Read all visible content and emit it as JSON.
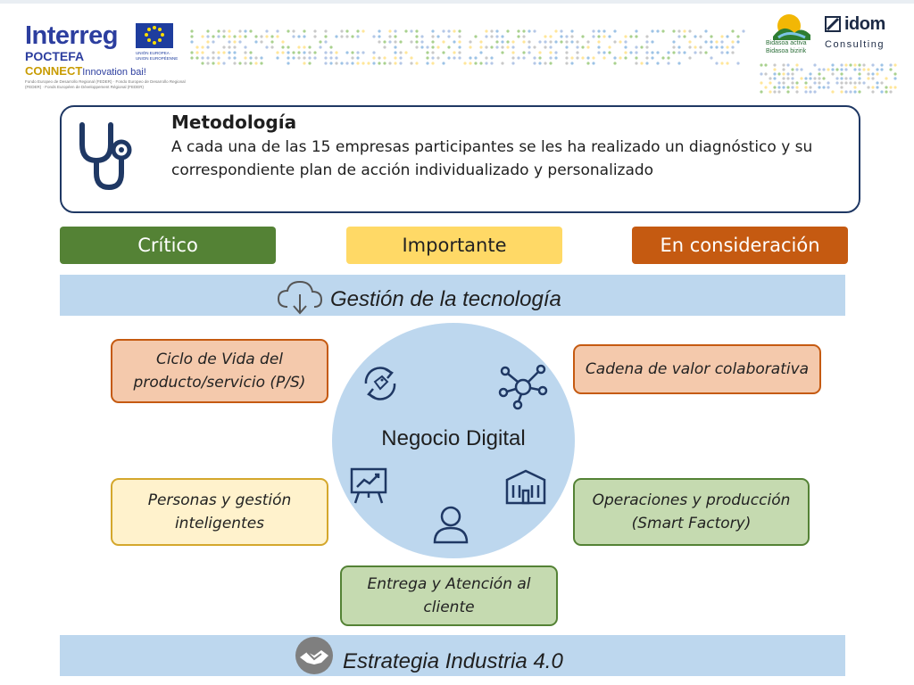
{
  "header": {
    "interreg": "Interreg",
    "poctefa": "POCTEFA",
    "connect": "CONNECT",
    "connect_tail": "Innovation bai!",
    "fund_text": "Fondo Europeo de Desarrollo Regional (FEDER) · Fondo Europeo de Desarrollo Regional (FEDER) · Fonds Européen de Développement Régional (FEDER)",
    "eu_text": "UNIÓN EUROPEA · UNION EUROPÉENNE",
    "bidasoa_text": "Bidasoa activa\nBidasoa bizirik",
    "idom": "idom",
    "idom_sub": "Consulting"
  },
  "methodology": {
    "title": "Metodología",
    "text": "A cada una de las 15 empresas participantes se les ha realizado un diagnóstico y su correspondiente plan de acción individualizado y personalizado"
  },
  "priorities": {
    "critico": "Crítico",
    "importante": "Importante",
    "consideracion": "En consideración"
  },
  "bands": {
    "top": "Gestión de la tecnología",
    "bottom": "Estrategia Industria 4.0"
  },
  "center": {
    "label": "Negocio Digital"
  },
  "areas": {
    "ciclo": "Ciclo de Vida del producto/servicio (P/S)",
    "cadena": "Cadena de valor colaborativa",
    "personas": "Personas y gestión inteligentes",
    "operaciones": "Operaciones y producción (Smart Factory)",
    "entrega": "Entrega y Atención al cliente"
  },
  "colors": {
    "critico": "#548235",
    "importante": "#ffd966",
    "consideracion": "#c55a11",
    "band": "#bdd7ee",
    "frame": "#1f3864"
  },
  "icons": [
    "stethoscope-icon",
    "cloud-download-icon",
    "refresh-tag-icon",
    "network-icon",
    "presentation-chart-icon",
    "building-icon",
    "user-icon",
    "handshake-icon"
  ]
}
